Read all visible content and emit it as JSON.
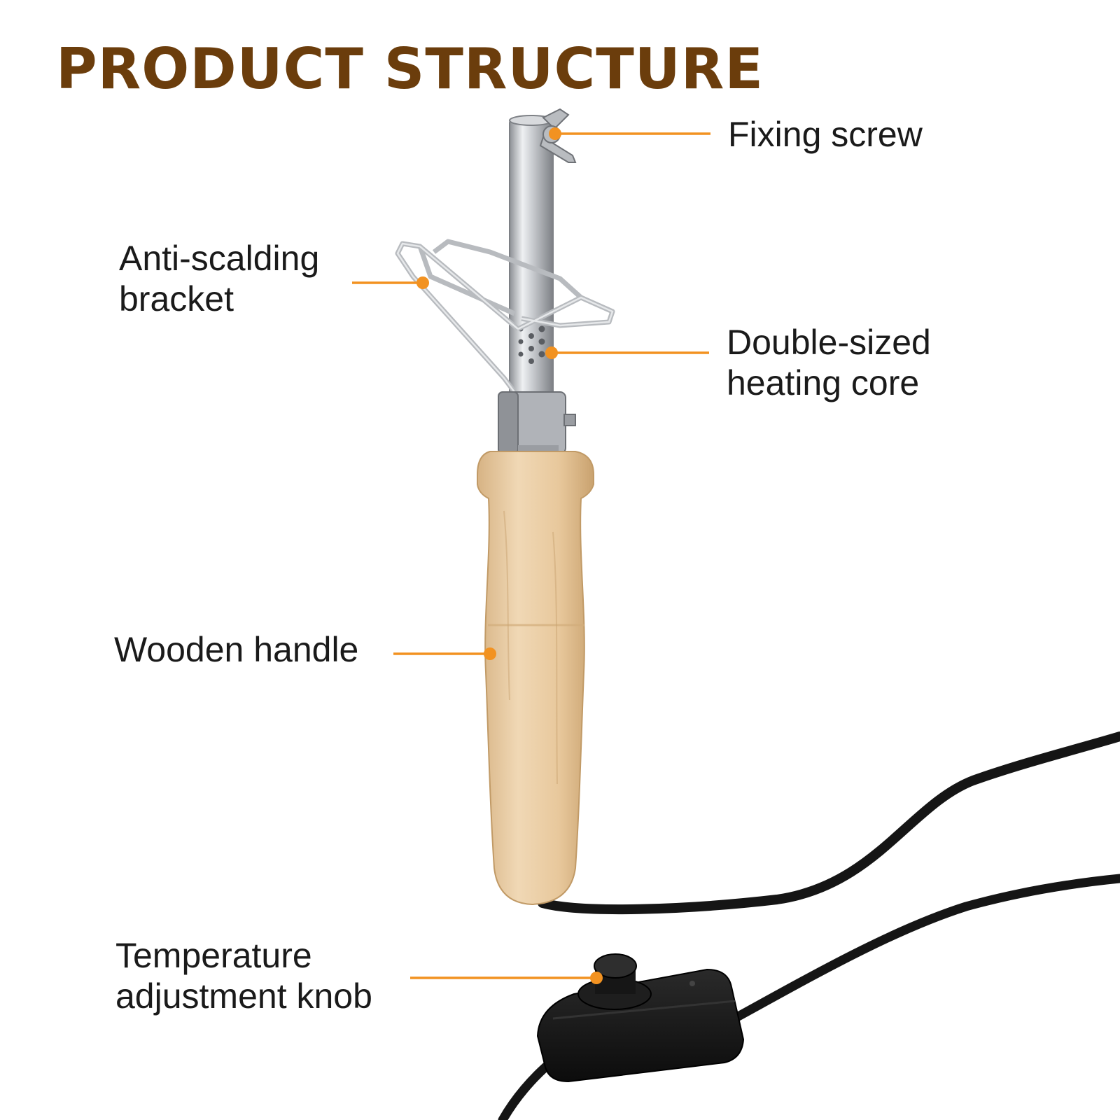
{
  "title": "PRODUCT STRUCTURE",
  "colors": {
    "title": "#6b3d0c",
    "callout": "#f29221",
    "label": "#1a1a1a",
    "wood": "#e6c79d",
    "metal": "#c9ccd0",
    "cord": "#151515"
  },
  "labels": {
    "fixing_screw": [
      "Fixing screw"
    ],
    "anti_scalding_bracket": [
      "Anti-scalding",
      "bracket"
    ],
    "heating_core": [
      "Double-sized",
      "heating core"
    ],
    "wooden_handle": [
      "Wooden handle"
    ],
    "temperature_knob": [
      "Temperature",
      "adjustment knob"
    ]
  }
}
